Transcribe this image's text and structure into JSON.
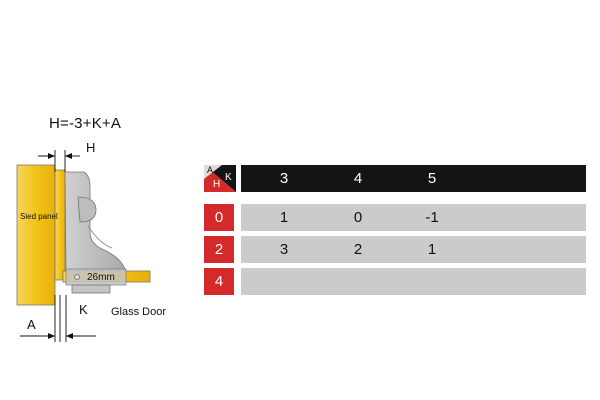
{
  "diagram": {
    "formula": "H=-3+K+A",
    "label_h": "H",
    "label_a": "A",
    "label_k": "K",
    "side_panel": "Sied panel",
    "glass_door": "Glass Door",
    "dimension": "26mm"
  },
  "table": {
    "corner": {
      "a": "A",
      "h": "H",
      "k": "K"
    },
    "k_values": [
      "3",
      "4",
      "5"
    ],
    "rows": [
      {
        "a": "0",
        "values": [
          "1",
          "0",
          "-1"
        ]
      },
      {
        "a": "2",
        "values": [
          "3",
          "2",
          "1"
        ]
      },
      {
        "a": "4",
        "values": [
          "",
          "",
          ""
        ]
      }
    ]
  },
  "colors": {
    "header": "#141414",
    "row_label": "#d42a2a",
    "row_bg": "#cbcbcb",
    "panel": "#f2c418"
  }
}
